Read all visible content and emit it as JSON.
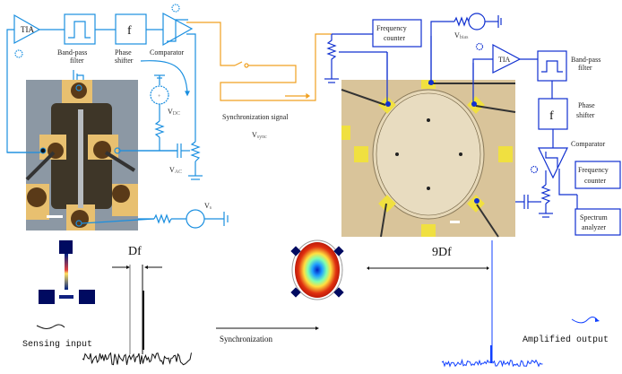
{
  "left_circuit": {
    "tia": "TIA",
    "bandpass": [
      "Band-pass",
      "filter"
    ],
    "phase": [
      "Phase",
      "shifter"
    ],
    "phase_symbol": "f",
    "comparator": "Comparator",
    "vdc": "V",
    "vdc_sub": "DC",
    "vac": "V",
    "vac_sub": "AC",
    "vs": "V",
    "vs_sub": "s"
  },
  "sync": {
    "label": "Synchronization signal",
    "vsync": "V",
    "vsync_sub": "sync"
  },
  "right_circuit": {
    "freq_counter_top": [
      "Frequency",
      "counter"
    ],
    "vbias": "V",
    "vbias_sub": "bias",
    "tia": "TIA",
    "bandpass": [
      "Band-pass",
      "filter"
    ],
    "phase": [
      "Phase",
      "shifter"
    ],
    "phase_symbol": "f",
    "comparator": "Comparator",
    "freq_counter": [
      "Frequency",
      "counter"
    ],
    "spectrum": [
      "Spectrum",
      "analyzer"
    ]
  },
  "bottom": {
    "df_label": "Df",
    "ndf_label": "9Df",
    "sensing_input": "Sensing input",
    "synchronization": "Synchronization",
    "amplified_output": "Amplified output"
  },
  "colors": {
    "circuit_left": "#1a8fe0",
    "circuit_right": "#1030d0",
    "sync_wire": "#f0a020",
    "spectrum_in": "#111111",
    "spectrum_out": "#1040ff"
  }
}
